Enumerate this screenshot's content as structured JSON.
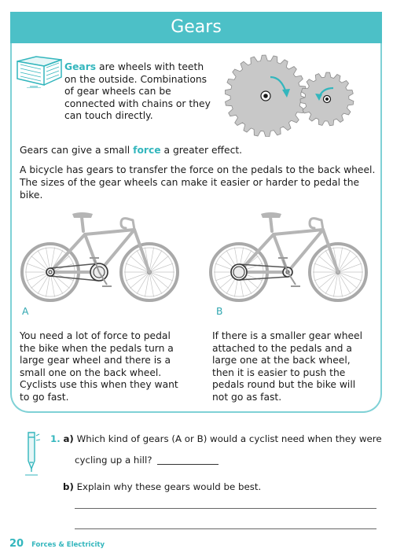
{
  "header": {
    "title": "Gears"
  },
  "intro": {
    "gears_term": "Gears",
    "gears_rest": " are wheels with teeth on the outside. Combinations of gear wheels can be connected with chains or they can touch directly."
  },
  "force_sentence": {
    "before": "Gears can give a small ",
    "term": "force",
    "after": " a greater effect."
  },
  "bicycle_text": "A bicycle has gears to transfer the force on the pedals to the back wheel. The sizes of the gear wheels can make it easier or harder to pedal the bike.",
  "bikes": [
    {
      "label": "A",
      "text": "You need a lot of force to pedal the bike when the pedals turn a large gear wheel and there is a small one on the back wheel. Cyclists use this when they want to go fast."
    },
    {
      "label": "B",
      "text": "If there is a smaller gear wheel attached to the pedals and a large one at the back wheel, then it is easier to push the pedals round but the bike will not go as fast."
    }
  ],
  "questions": {
    "q1_number": "1.",
    "q1a_label": "a)",
    "q1a_text": "Which kind of gears (A or B) would a cyclist need when they were",
    "q1a_text2": "cycling up a hill?",
    "q1b_label": "b)",
    "q1b_text": "Explain why these gears would be best."
  },
  "footer": {
    "page_number": "20",
    "section": "Forces & Electricity"
  },
  "colors": {
    "accent": "#4cc0c7",
    "accent_text": "#33b6bd",
    "gear_grey": "#c8c8c8",
    "bike_grey": "#b5b5b5",
    "arrow": "#33b6bd"
  },
  "icons": [
    "book-icon",
    "gears-illustration",
    "bicycle-illustration",
    "pencil-icon"
  ]
}
